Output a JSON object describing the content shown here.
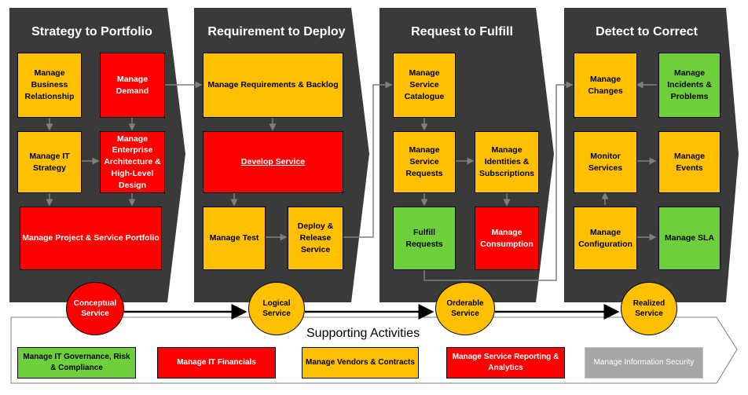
{
  "stages": [
    {
      "title": "Strategy to Portfolio"
    },
    {
      "title": "Requirement to Deploy"
    },
    {
      "title": "Request to Fulfill"
    },
    {
      "title": "Detect to Correct"
    }
  ],
  "strategy": {
    "manage_business_relationship": "Manage Business Relationship",
    "manage_demand": "Manage Demand",
    "manage_it_strategy": "Manage IT Strategy",
    "manage_enterprise_architecture": "Manage Enterprise Architecture & High-Level Design",
    "manage_project_portfolio": "Manage Project & Service Portfolio"
  },
  "deploy": {
    "manage_requirements": "Manage Requirements & Backlog",
    "develop_service": "Develop Service",
    "manage_test": "Manage Test",
    "deploy_release": "Deploy & Release Service"
  },
  "fulfill": {
    "manage_service_catalogue": "Manage Service Catalogue",
    "manage_service_requests": "Manage Service Requests",
    "manage_identities": "Manage Identities & Subscriptions",
    "fulfill_requests": "Fulfill Requests",
    "manage_consumption": "Manage Consumption"
  },
  "correct": {
    "manage_changes": "Manage Changes",
    "manage_incidents": "Manage Incidents & Problems",
    "monitor_services": "Monitor Services",
    "manage_events": "Manage Events",
    "manage_configuration": "Manage Configuration",
    "manage_sla": "Manage SLA"
  },
  "milestones": [
    {
      "label": "Conceptual Service",
      "color": "#ff0000"
    },
    {
      "label": "Logical Service",
      "color": "#ffc000"
    },
    {
      "label": "Orderable Service",
      "color": "#ffc000"
    },
    {
      "label": "Realized Service",
      "color": "#ffc000"
    }
  ],
  "supporting": {
    "title": "Supporting Activities",
    "items": [
      {
        "label": "Manage IT Governance, Risk & Compliance",
        "color": "#6dd03a"
      },
      {
        "label": "Manage IT Financials",
        "color": "#ff0000"
      },
      {
        "label": "Manage Vendors & Contracts",
        "color": "#ffc000"
      },
      {
        "label": "Manage Service Reporting & Analytics",
        "color": "#ff0000"
      },
      {
        "label": "Manage Information Security",
        "color": "#a6a6a6"
      }
    ]
  },
  "colors": {
    "panel": "#3a3a3a",
    "required": "#ffc000",
    "critical": "#ff0000",
    "healthy": "#6dd03a",
    "inactive": "#a6a6a6"
  }
}
